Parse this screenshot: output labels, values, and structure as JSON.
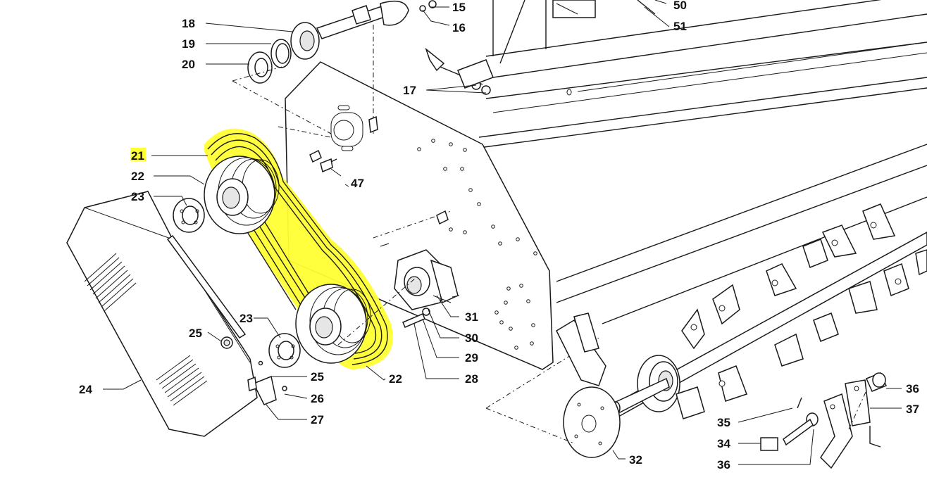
{
  "colors": {
    "highlight": "#ffff33",
    "line": "#1a1a1a",
    "background": "#ffffff"
  },
  "callouts": {
    "c15": "15",
    "c16": "16",
    "c17": "17",
    "c18": "18",
    "c19": "19",
    "c20": "20",
    "c21": "21",
    "c22a": "22",
    "c22b": "22",
    "c23a": "23",
    "c23b": "23",
    "c24": "24",
    "c25a": "25",
    "c25b": "25",
    "c26": "26",
    "c27": "27",
    "c28": "28",
    "c29": "29",
    "c30": "30",
    "c31": "31",
    "c32": "32",
    "c34": "34",
    "c35": "35",
    "c36a": "36",
    "c36b": "36",
    "c37": "37",
    "c47": "47",
    "c50": "50",
    "c51": "51"
  },
  "highlighted_callout": "21"
}
